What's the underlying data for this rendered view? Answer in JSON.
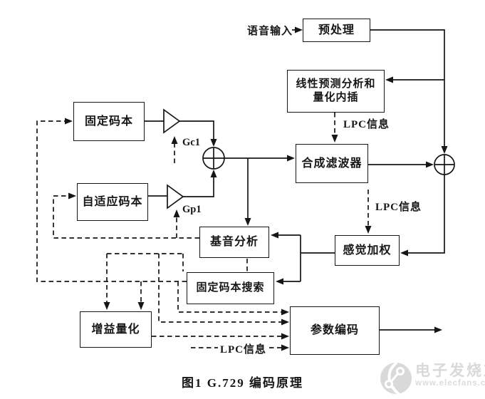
{
  "colors": {
    "background": "#ffffff",
    "line": "#161616",
    "watermark": "#d9d9d9"
  },
  "diagram": {
    "inputs": {
      "speech_input": "语音输入"
    },
    "nodes": {
      "preprocess": "预处理",
      "lpa": "线性预测分析和\n量化内插",
      "fixed_codebook": "固定码本",
      "adaptive_codebook": "自适应码本",
      "synthesis_filter": "合成滤波器",
      "pitch_analysis": "基音分析",
      "perceptual_weighting": "感觉加权",
      "fixed_codebook_search": "固定码本搜索",
      "gain_quantization": "增益量化",
      "parameter_encoding": "参数编码"
    },
    "gains": {
      "gc1": "Gc1",
      "gp1": "Gp1"
    },
    "annotations": {
      "lpc_info_top": "LPC信息",
      "lpc_info_mid": "LPC信息",
      "lpc_info_bottom": "LPC信息"
    },
    "caption": "图1  G.729 编码原理"
  },
  "watermark": {
    "brand": "电子发烧友",
    "url": "www.elecfans.com"
  }
}
